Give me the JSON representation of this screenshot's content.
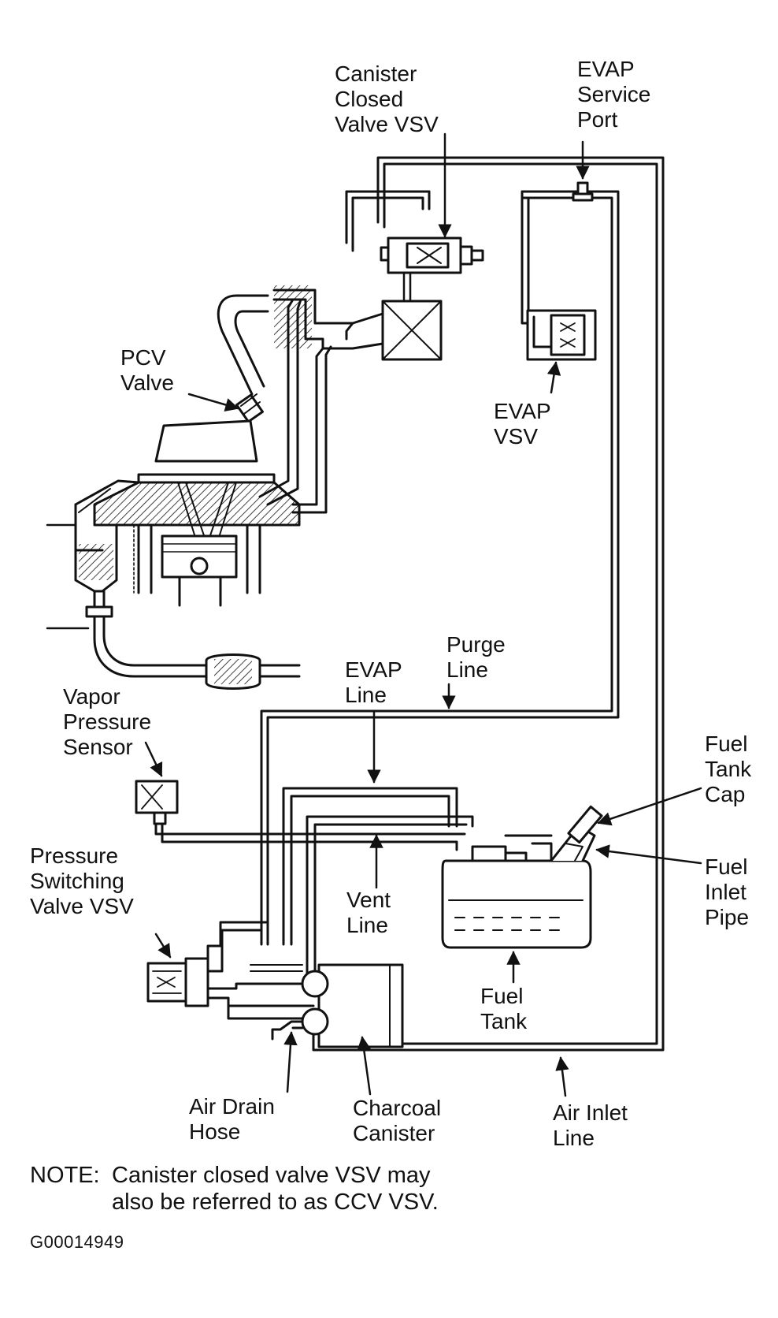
{
  "labels": {
    "canister_closed_valve_vsv": [
      "Canister",
      "Closed",
      "Valve VSV"
    ],
    "evap_service_port": [
      "EVAP",
      "Service",
      "Port"
    ],
    "pcv_valve": [
      "PCV",
      "Valve"
    ],
    "evap_vsv": [
      "EVAP",
      "VSV"
    ],
    "purge_line": [
      "Purge",
      "Line"
    ],
    "evap_line": [
      "EVAP",
      "Line"
    ],
    "vapor_pressure_sensor": [
      "Vapor",
      "Pressure",
      "Sensor"
    ],
    "fuel_tank_cap": [
      "Fuel",
      "Tank",
      "Cap"
    ],
    "fuel_inlet_pipe": [
      "Fuel",
      "Inlet",
      "Pipe"
    ],
    "pressure_switching_valve_vsv": [
      "Pressure",
      "Switching",
      "Valve VSV"
    ],
    "vent_line": [
      "Vent",
      "Line"
    ],
    "fuel_tank": [
      "Fuel",
      "Tank"
    ],
    "air_drain_hose": [
      "Air Drain",
      "Hose"
    ],
    "charcoal_canister": [
      "Charcoal",
      "Canister"
    ],
    "air_inlet_line": [
      "Air Inlet",
      "Line"
    ]
  },
  "note": {
    "tag": "NOTE:",
    "line1": "Canister closed valve VSV may",
    "line2": "also be referred to as CCV VSV."
  },
  "figure_id": "G00014949"
}
